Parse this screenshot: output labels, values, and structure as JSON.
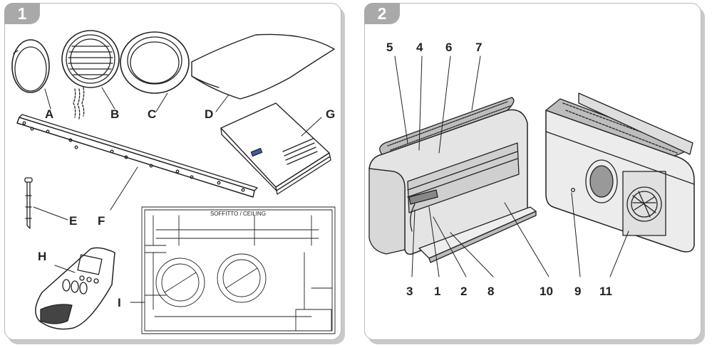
{
  "panels": [
    {
      "number": "1"
    },
    {
      "number": "2"
    }
  ],
  "panel1_labels": {
    "A": "A",
    "B": "B",
    "C": "C",
    "D": "D",
    "E": "E",
    "F": "F",
    "G": "G",
    "H": "H",
    "I": "I"
  },
  "drawing_title": "SOFFITTO / CEILING",
  "panel2_labels": {
    "n1": "1",
    "n2": "2",
    "n3": "3",
    "n4": "4",
    "n5": "5",
    "n6": "6",
    "n7": "7",
    "n8": "8",
    "n9": "9",
    "n10": "10",
    "n11": "11"
  },
  "colors": {
    "panel_border": "#b9b9b9",
    "badge": "#a9a9a9",
    "shadow": "#c9c9c9",
    "line": "#222222"
  }
}
